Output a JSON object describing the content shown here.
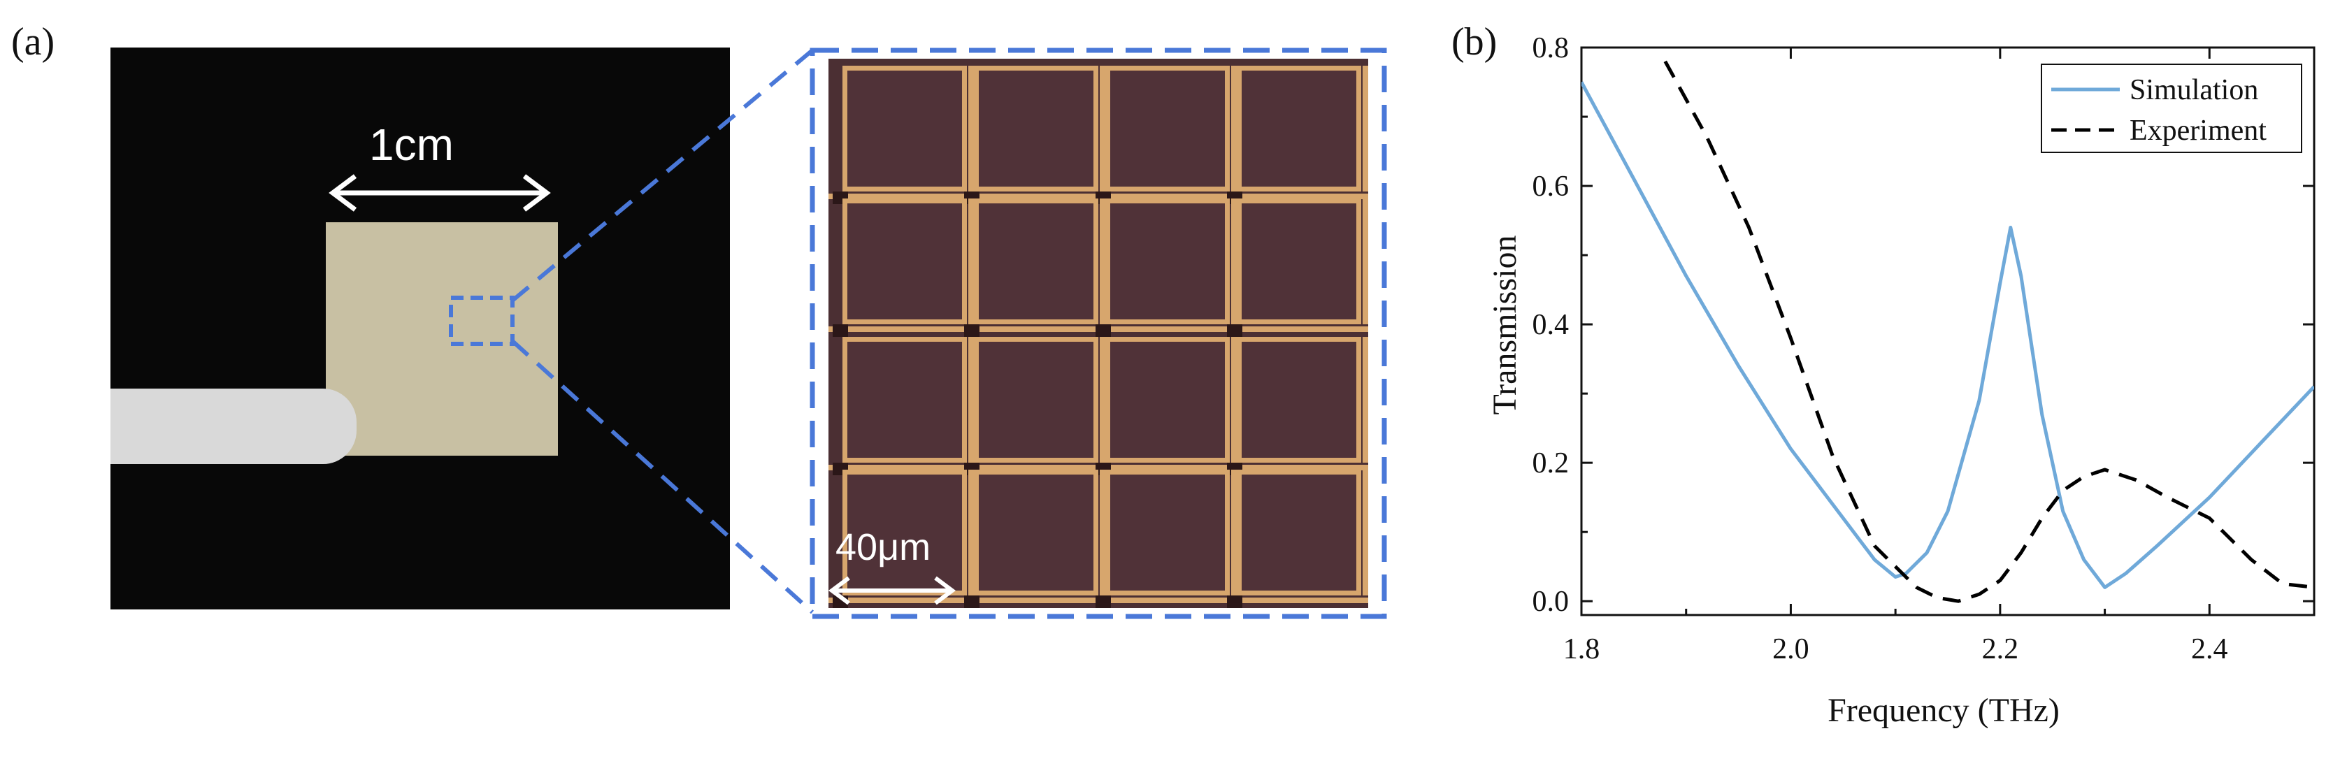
{
  "panel_labels": {
    "a": "(a)",
    "b": "(b)"
  },
  "photo": {
    "scale_label": "1cm"
  },
  "micrograph": {
    "scale_label": "40μm"
  },
  "chart_data": {
    "type": "line",
    "xlabel": "Frequency (THz)",
    "ylabel": "Transmission",
    "xlim": [
      1.8,
      2.5
    ],
    "ylim": [
      -0.02,
      0.8
    ],
    "xticks": [
      "1.8",
      "2.0",
      "2.2",
      "2.4"
    ],
    "yticks": [
      "0.0",
      "0.2",
      "0.4",
      "0.6",
      "0.8"
    ],
    "legend_position": "top-right",
    "series": [
      {
        "name": "Simulation",
        "color": "#6fa9d9",
        "style": "solid",
        "x": [
          1.8,
          1.85,
          1.9,
          1.95,
          2.0,
          2.05,
          2.08,
          2.1,
          2.11,
          2.13,
          2.15,
          2.18,
          2.2,
          2.21,
          2.22,
          2.24,
          2.26,
          2.28,
          2.3,
          2.32,
          2.35,
          2.4,
          2.45,
          2.5
        ],
        "y": [
          0.75,
          0.61,
          0.47,
          0.34,
          0.22,
          0.12,
          0.06,
          0.035,
          0.04,
          0.07,
          0.13,
          0.29,
          0.46,
          0.54,
          0.47,
          0.27,
          0.13,
          0.06,
          0.02,
          0.04,
          0.08,
          0.15,
          0.23,
          0.31
        ]
      },
      {
        "name": "Experiment",
        "color": "#000000",
        "style": "dashed",
        "x": [
          1.88,
          1.92,
          1.96,
          2.0,
          2.04,
          2.08,
          2.1,
          2.12,
          2.14,
          2.16,
          2.18,
          2.2,
          2.22,
          2.24,
          2.26,
          2.28,
          2.3,
          2.33,
          2.36,
          2.4,
          2.44,
          2.47,
          2.5
        ],
        "y": [
          0.78,
          0.67,
          0.54,
          0.38,
          0.21,
          0.08,
          0.05,
          0.02,
          0.005,
          0.0,
          0.01,
          0.03,
          0.07,
          0.12,
          0.16,
          0.18,
          0.19,
          0.175,
          0.15,
          0.12,
          0.06,
          0.025,
          0.02
        ]
      }
    ]
  }
}
